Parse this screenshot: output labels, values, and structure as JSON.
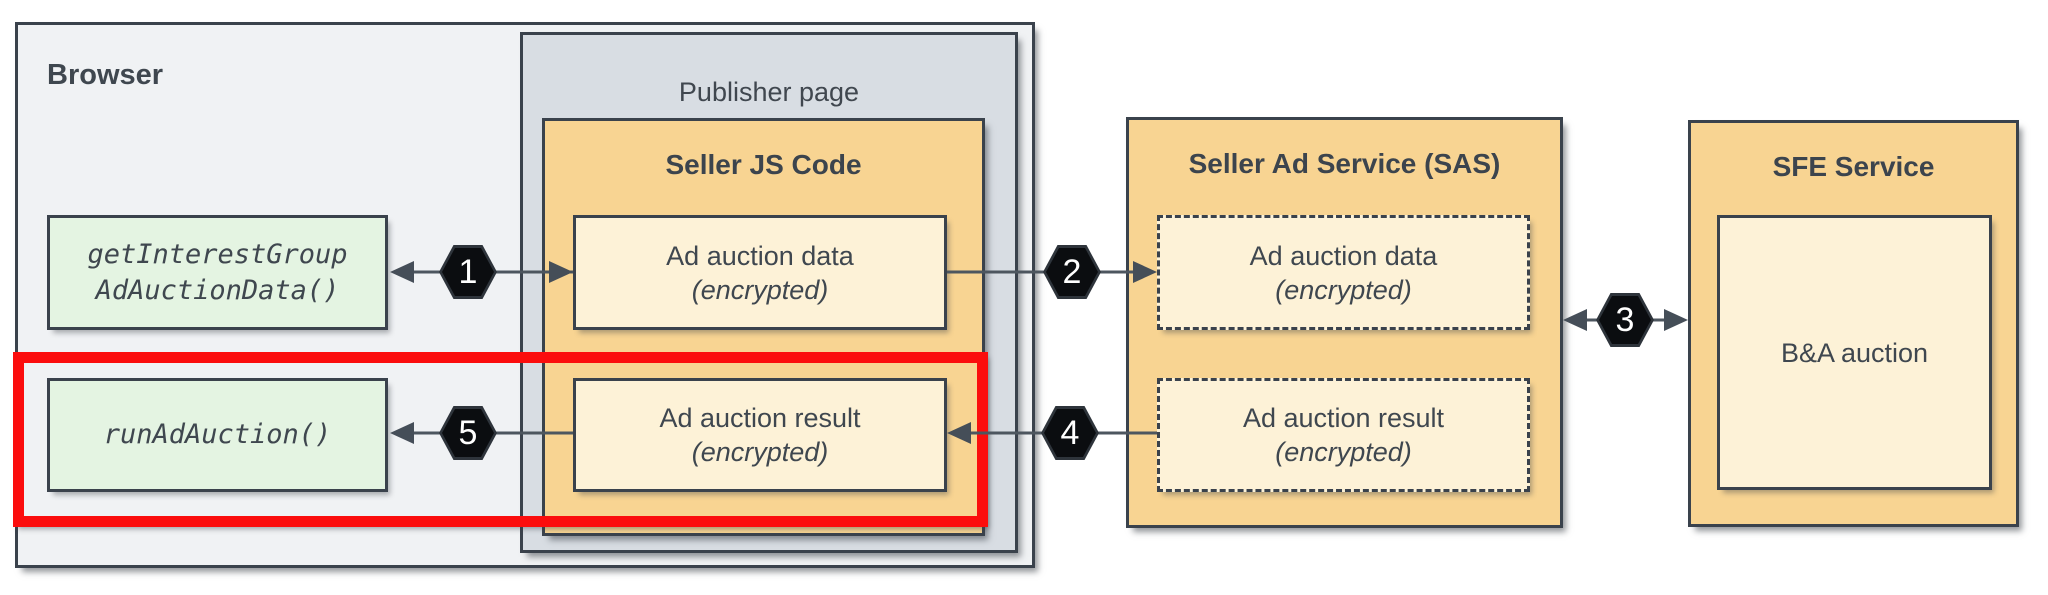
{
  "diagram": {
    "browser": {
      "label": "Browser"
    },
    "publisher_page": {
      "label": "Publisher page"
    },
    "browser_apis": {
      "get_data": {
        "line1": "getInterestGroup",
        "line2": "AdAuctionData()"
      },
      "run_auction": {
        "line1": "runAdAuction()"
      }
    },
    "seller_js": {
      "title": "Seller JS Code",
      "data_box": {
        "line1": "Ad auction data",
        "line2": "(encrypted)"
      },
      "result_box": {
        "line1": "Ad auction result",
        "line2": "(encrypted)"
      }
    },
    "sas": {
      "title": "Seller Ad Service (SAS)",
      "data_box": {
        "line1": "Ad auction data",
        "line2": "(encrypted)"
      },
      "result_box": {
        "line1": "Ad auction result",
        "line2": "(encrypted)"
      }
    },
    "sfe": {
      "title": "SFE Service",
      "auction_box": {
        "label": "B&A auction"
      }
    },
    "steps": {
      "s1": "1",
      "s2": "2",
      "s3": "3",
      "s4": "4",
      "s5": "5"
    },
    "colors": {
      "container_fill": "#f0f2f4",
      "publisher_fill": "#d8dde3",
      "service_fill": "#f8d492",
      "payload_fill": "#fdf2d7",
      "api_fill": "#e4f4e2",
      "border_ink": "#3a424c",
      "arrow": "#4d565f",
      "step_badge": "#0b0d10",
      "highlight_red": "#fb0d0d",
      "text": "#414a52"
    }
  }
}
